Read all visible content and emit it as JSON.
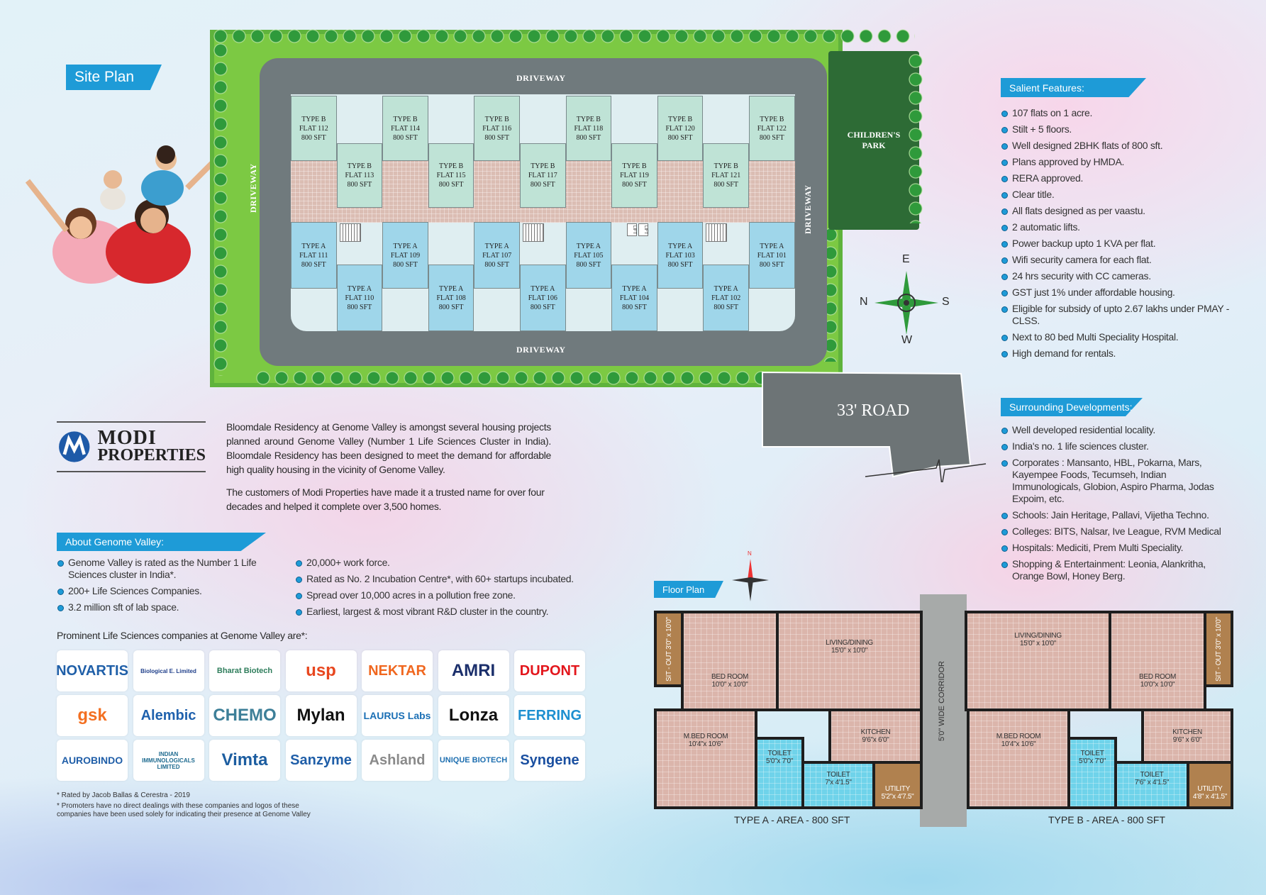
{
  "site_plan": {
    "tag": "Site Plan",
    "driveway": "DRIVEWAY",
    "childrens_park": "CHILDREN'S PARK",
    "lift": "LIFT",
    "road": "33' ROAD",
    "compass": {
      "n": "N",
      "s": "S",
      "e": "E",
      "w": "W"
    },
    "flats_top": [
      {
        "type": "TYPE B",
        "flat": "FLAT 112",
        "area": "800 SFT"
      },
      {
        "type": "TYPE B",
        "flat": "FLAT 114",
        "area": "800 SFT"
      },
      {
        "type": "TYPE B",
        "flat": "FLAT 116",
        "area": "800 SFT"
      },
      {
        "type": "TYPE B",
        "flat": "FLAT 118",
        "area": "800 SFT"
      },
      {
        "type": "TYPE B",
        "flat": "FLAT 120",
        "area": "800 SFT"
      },
      {
        "type": "TYPE B",
        "flat": "FLAT 122",
        "area": "800 SFT"
      }
    ],
    "flats_mid": [
      {
        "type": "TYPE B",
        "flat": "FLAT 113",
        "area": "800 SFT"
      },
      {
        "type": "TYPE B",
        "flat": "FLAT 115",
        "area": "800 SFT"
      },
      {
        "type": "TYPE B",
        "flat": "FLAT 117",
        "area": "800 SFT"
      },
      {
        "type": "TYPE B",
        "flat": "FLAT 119",
        "area": "800 SFT"
      },
      {
        "type": "TYPE B",
        "flat": "FLAT 121",
        "area": "800 SFT"
      }
    ],
    "flats_lower": [
      {
        "type": "TYPE A",
        "flat": "FLAT 111",
        "area": "800 SFT"
      },
      {
        "type": "TYPE A",
        "flat": "FLAT 109",
        "area": "800 SFT"
      },
      {
        "type": "TYPE A",
        "flat": "FLAT 107",
        "area": "800 SFT"
      },
      {
        "type": "TYPE A",
        "flat": "FLAT 105",
        "area": "800 SFT"
      },
      {
        "type": "TYPE A",
        "flat": "FLAT 103",
        "area": "800 SFT"
      },
      {
        "type": "TYPE A",
        "flat": "FLAT 101",
        "area": "800 SFT"
      }
    ],
    "flats_bottom": [
      {
        "type": "TYPE A",
        "flat": "FLAT 110",
        "area": "800 SFT"
      },
      {
        "type": "TYPE A",
        "flat": "FLAT 108",
        "area": "800 SFT"
      },
      {
        "type": "TYPE A",
        "flat": "FLAT 106",
        "area": "800 SFT"
      },
      {
        "type": "TYPE A",
        "flat": "FLAT 104",
        "area": "800 SFT"
      },
      {
        "type": "TYPE A",
        "flat": "FLAT 102",
        "area": "800 SFT"
      }
    ]
  },
  "salient": {
    "title": "Salient Features:",
    "items": [
      "107 flats on 1 acre.",
      "Stilt + 5 floors.",
      "Well designed 2BHK flats of 800 sft.",
      "Plans approved by HMDA.",
      "RERA approved.",
      "Clear title.",
      "All flats designed as per vaastu.",
      "2 automatic lifts.",
      "Power backup upto 1 KVA per flat.",
      "Wifi security camera for each flat.",
      "24 hrs security with CC cameras.",
      "GST just 1% under affordable housing.",
      "Eligible for subsidy of upto 2.67 lakhs under PMAY - CLSS.",
      "Next to 80 bed Multi Speciality Hospital.",
      "High demand for rentals."
    ]
  },
  "surrounding": {
    "title": "Surrounding Developments:",
    "items": [
      "Well developed residential locality.",
      "India's no. 1 life sciences cluster.",
      "Corporates : Mansanto, HBL, Pokarna, Mars, Kayempee Foods, Tecumseh, Indian Immunologicals, Globion, Aspiro Pharma, Jodas Expoim, etc.",
      "Schools: Jain Heritage, Pallavi, Vijetha Techno.",
      "Colleges: BITS, Nalsar, Ive League, RVM Medical",
      "Hospitals: Mediciti, Prem Multi Speciality.",
      "Shopping & Entertainment: Leonia, Alankritha, Orange Bowl, Honey Berg."
    ]
  },
  "brand": {
    "name_line1": "MODI",
    "name_line2": "PROPERTIES",
    "color": "#1e5aa8"
  },
  "intro": {
    "p1": "Bloomdale Residency at Genome Valley is amongst several housing projects planned around Genome Valley (Number 1 Life Sciences Cluster in India). Bloomdale Residency has been designed to meet the demand for affordable high quality housing in the vicinity of Genome Valley.",
    "p2": "The customers of Modi Properties have made it a trusted name for over four decades and helped it complete over 3,500 homes."
  },
  "about": {
    "title": "About Genome Valley:",
    "col1": [
      "Genome Valley is rated as the Number 1 Life Sciences cluster in India*.",
      "200+ Life Sciences Companies.",
      "3.2 million sft of lab space."
    ],
    "col2": [
      "20,000+ work force.",
      "Rated as No. 2 Incubation Centre*, with 60+ startups incubated.",
      "Spread over 10,000 acres in a pollution free zone.",
      "Earliest, largest & most vibrant R&D cluster in the country."
    ]
  },
  "companies": {
    "title": "Prominent Life Sciences companies at Genome Valley are*:",
    "logos": [
      {
        "name": "NOVARTIS",
        "color": "#1f5fa8"
      },
      {
        "name": "Biological E. Limited",
        "color": "#1f3f8a"
      },
      {
        "name": "Bharat Biotech",
        "color": "#2e7d5b"
      },
      {
        "name": "usp",
        "color": "#e8461e"
      },
      {
        "name": "NEKTAR",
        "color": "#f0671f"
      },
      {
        "name": "AMRI",
        "color": "#1b2f6b"
      },
      {
        "name": "DUPONT",
        "color": "#e3161c"
      },
      {
        "name": "gsk",
        "color": "#f36f21"
      },
      {
        "name": "Alembic",
        "color": "#1f61ad"
      },
      {
        "name": "CHEMO",
        "color": "#3d7f98"
      },
      {
        "name": "Mylan",
        "color": "#111111"
      },
      {
        "name": "LAURUS Labs",
        "color": "#1a6fb5"
      },
      {
        "name": "Lonza",
        "color": "#111111"
      },
      {
        "name": "FERRING",
        "color": "#1d8fd0"
      },
      {
        "name": "AUROBINDO",
        "color": "#1f5ea8"
      },
      {
        "name": "INDIAN IMMUNOLOGICALS LIMITED",
        "color": "#1e6a8f"
      },
      {
        "name": "Vimta",
        "color": "#1c5da0"
      },
      {
        "name": "Sanzyme",
        "color": "#1f5ea8"
      },
      {
        "name": "Ashland",
        "color": "#8a8a8a"
      },
      {
        "name": "UNIQUE BIOTECH",
        "color": "#1e6fb0"
      },
      {
        "name": "Syngene",
        "color": "#1a4fa0"
      }
    ]
  },
  "footnotes": [
    "Rated by Jacob Ballas & Cerestra - 2019",
    "Promoters have no direct dealings with these companies and logos of these companies have been used solely for indicating their presence at Genome Valley"
  ],
  "floor_plan": {
    "tag": "Floor Plan",
    "corridor": "5'0\" WIDE CORRIDOR",
    "north": "N",
    "type_a": {
      "caption": "TYPE A - AREA - 800 SFT",
      "sitout": "SIT - OUT 3'0\" x 10'0\"",
      "bed": "BED ROOM",
      "bed_dim": "10'0\" x 10'0\"",
      "living": "LIVING/DINING",
      "living_dim": "15'0\" x 10'0\"",
      "mbed": "M.BED ROOM",
      "mbed_dim": "10'4\"x 10'6\"",
      "toilet1": "TOILET",
      "toilet1_dim": "5'0\"x 7'0\"",
      "toilet2": "TOILET",
      "toilet2_dim": "7'x 4'1.5\"",
      "kitchen": "KITCHEN",
      "kitchen_dim": "9'6\"x 6'0\"",
      "utility": "UTILITY",
      "utility_dim": "5'2\"x 4'7.5\""
    },
    "type_b": {
      "caption": "TYPE B - AREA - 800 SFT",
      "sitout": "SIT - OUT 3'0\" x 10'0\"",
      "bed": "BED ROOM",
      "bed_dim": "10'0\"x 10'0\"",
      "living": "LIVING/DINING",
      "living_dim": "15'0\" x 10'0\"",
      "mbed": "M.BED ROOM",
      "mbed_dim": "10'4\"x 10'6\"",
      "toilet1": "TOILET",
      "toilet1_dim": "5'0\"x 7'0\"",
      "toilet2": "TOILET",
      "toilet2_dim": "7'6\" x 4'1.5\"",
      "kitchen": "KITCHEN",
      "kitchen_dim": "9'6\" x 6'0\"",
      "utility": "UTILITY",
      "utility_dim": "4'8\" x 4'1.5\""
    }
  }
}
